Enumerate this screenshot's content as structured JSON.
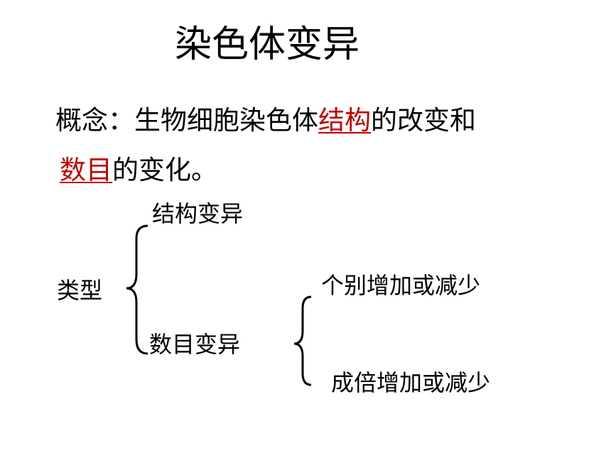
{
  "title": "染色体变异",
  "concept": {
    "prefix": "概念：生物细胞染色体",
    "keyword1": "结构",
    "middle": "的改变和",
    "keyword2": "数目",
    "suffix": "的变化。"
  },
  "types": {
    "label": "类型",
    "structural": "结构变异",
    "numerical": "数目变异",
    "numerical_subtypes": {
      "individual": "个别增加或减少",
      "multiple": "成倍增加或减少"
    }
  },
  "colors": {
    "text": "#000000",
    "keyword": "#c00000"
  }
}
